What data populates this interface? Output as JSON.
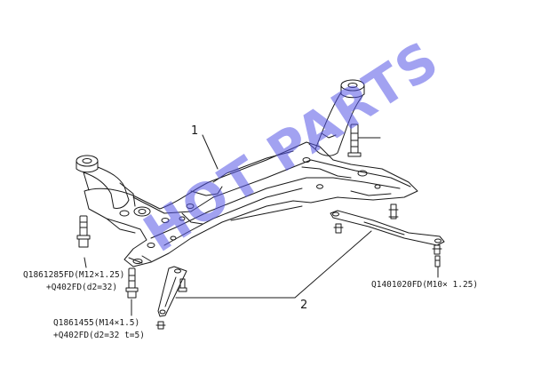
{
  "callouts": {
    "part_1": "1",
    "part_2": "2"
  },
  "fasteners": {
    "left_bolt_line1": "Q1861285FD(M12×1.25)",
    "left_bolt_line2": "+Q402FD(d2=32)",
    "lower_bolt_line1": "Q1861455(M14×1.5)",
    "lower_bolt_line2": "+Q402FD(d2=32 t=5)",
    "right_bolt_line1": "Q1401020FD(M10× 1.25)"
  },
  "watermark": {
    "text": "HOT PARTS",
    "color": "#5555e6"
  },
  "colors": {
    "line": "#1a1a1a",
    "background": "#ffffff"
  }
}
